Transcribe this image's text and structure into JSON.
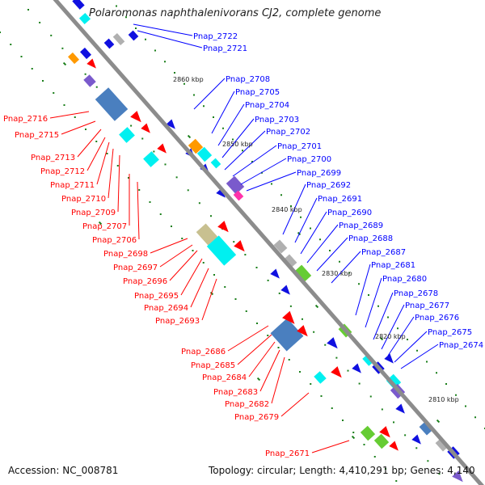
{
  "title": "Polaromonas naphthalenivorans CJ2, complete genome",
  "footer": {
    "accession": "Accession: NC_008781",
    "summary": "Topology: circular; Length: 4,410,291 bp; Genes: 4,140"
  },
  "colors": {
    "backbone": "#8c8c8c",
    "plus_strand_label": "#0000ff",
    "minus_strand_label": "#ff0000",
    "tick": "#1a7f1a"
  },
  "positions": [
    "2860 kbp",
    "2850 kbp",
    "2840 kbp",
    "2830 kbp",
    "2820 kbp",
    "2810 kbp"
  ],
  "genes_right": [
    "Pnap_2722",
    "Pnap_2721",
    "Pnap_2708",
    "Pnap_2705",
    "Pnap_2704",
    "Pnap_2703",
    "Pnap_2702",
    "Pnap_2701",
    "Pnap_2700",
    "Pnap_2699",
    "Pnap_2692",
    "Pnap_2691",
    "Pnap_2690",
    "Pnap_2689",
    "Pnap_2688",
    "Pnap_2687",
    "Pnap_2681",
    "Pnap_2680",
    "Pnap_2678",
    "Pnap_2677",
    "Pnap_2676",
    "Pnap_2675",
    "Pnap_2674"
  ],
  "genes_left": [
    "Pnap_2716",
    "Pnap_2715",
    "Pnap_2713",
    "Pnap_2712",
    "Pnap_2711",
    "Pnap_2710",
    "Pnap_2709",
    "Pnap_2707",
    "Pnap_2706",
    "Pnap_2698",
    "Pnap_2697",
    "Pnap_2696",
    "Pnap_2695",
    "Pnap_2694",
    "Pnap_2693",
    "Pnap_2686",
    "Pnap_2685",
    "Pnap_2684",
    "Pnap_2683",
    "Pnap_2682",
    "Pnap_2679",
    "Pnap_2671"
  ]
}
